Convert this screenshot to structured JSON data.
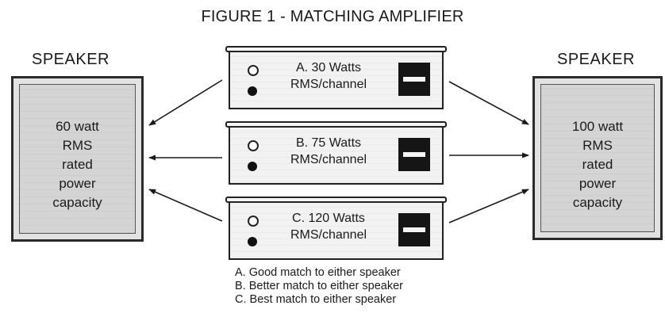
{
  "title": "FIGURE 1 - MATCHING AMPLIFIER",
  "speakers": {
    "left": {
      "label": "SPEAKER",
      "lines": [
        "60 watt",
        "RMS",
        "rated",
        "power",
        "capacity"
      ]
    },
    "right": {
      "label": "SPEAKER",
      "lines": [
        "100 watt",
        "RMS",
        "rated",
        "power",
        "capacity"
      ]
    }
  },
  "amplifiers": [
    {
      "line1": "A. 30 Watts",
      "line2": "RMS/channel"
    },
    {
      "line1": "B. 75 Watts",
      "line2": "RMS/channel"
    },
    {
      "line1": "C. 120 Watts",
      "line2": "RMS/channel"
    }
  ],
  "notes": [
    "A. Good match to either speaker",
    "B. Better match to either speaker",
    "C. Best match to either speaker"
  ]
}
